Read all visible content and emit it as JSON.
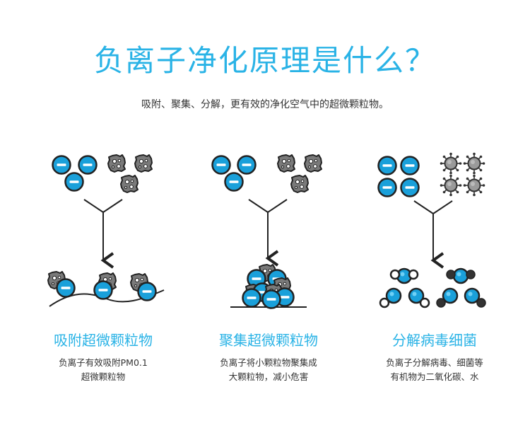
{
  "title": "负离子净化原理是什么？",
  "subtitle": "吸附、聚集、分解，更有效的净化空气中的超微颗粒物。",
  "panels": [
    {
      "caption": "吸附超微颗粒物",
      "desc_lines": [
        "负离子有效吸附PM0.1",
        "超微颗粒物"
      ]
    },
    {
      "caption": "聚集超微颗粒物",
      "desc_lines": [
        "负离子将小颗粒物聚集成",
        "大颗粒物，减小危害"
      ]
    },
    {
      "caption": "分解病毒细菌",
      "desc_lines": [
        "负离子分解病毒、细菌等",
        "有机物为二氧化碳、水"
      ]
    }
  ],
  "icons": {
    "negative_ion": "negative-ion-icon",
    "particle": "particle-icon",
    "virus": "virus-icon",
    "molecule": "molecule-icon"
  },
  "colors": {
    "accent": "#2ab3e6",
    "ion_fill": "#1aa0da",
    "particle": "#7a7a7a",
    "outline": "#222222",
    "text": "#333333"
  }
}
